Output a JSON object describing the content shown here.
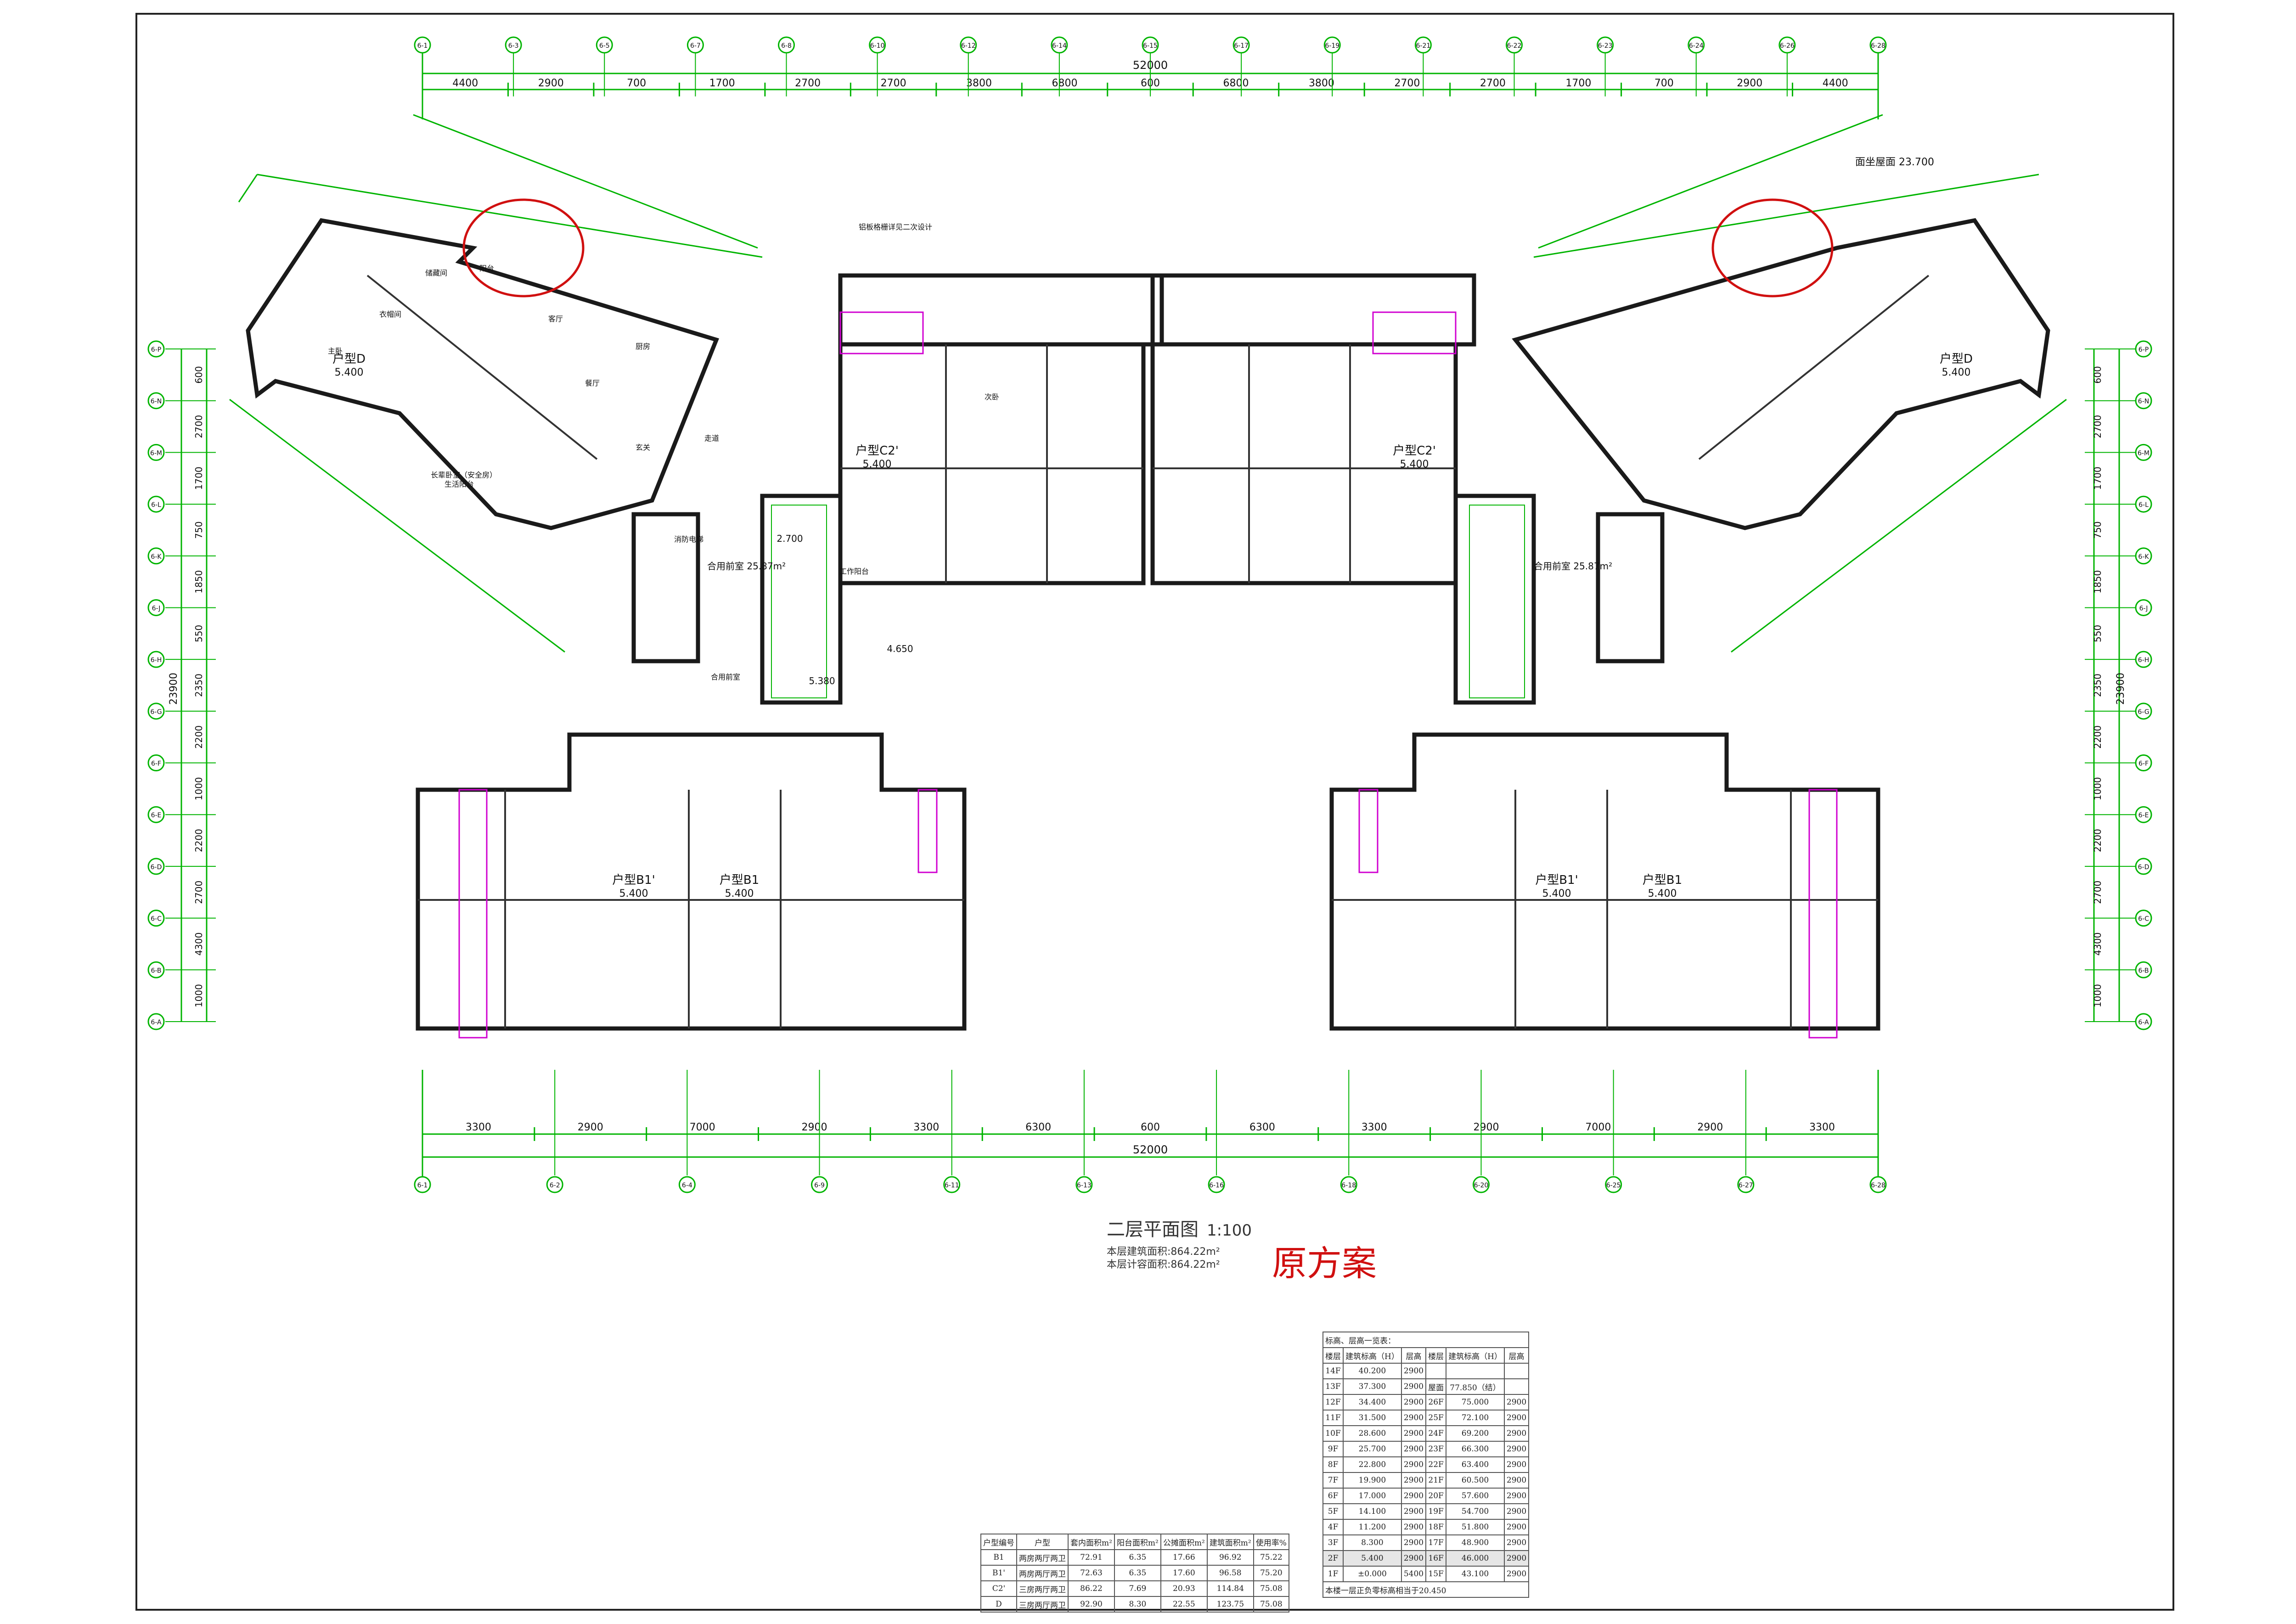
{
  "drawing": {
    "plan_title": "二层平面图",
    "scale": "1:100",
    "area_lines": [
      "本层建筑面积:864.22m²",
      "本层计容面积:864.22m²"
    ],
    "scheme_label": "原方案",
    "top_total": "52000",
    "bottom_total": "52000",
    "top_dims": [
      "4400",
      "2900",
      "700",
      "1700",
      "2700",
      "2700",
      "3800",
      "6800",
      "600",
      "6800",
      "3800",
      "2700",
      "2700",
      "1700",
      "700",
      "2900",
      "4400"
    ],
    "bottom_dims": [
      "3300",
      "2900",
      "7000",
      "2900",
      "3300",
      "6300",
      "600",
      "6300",
      "3300",
      "2900",
      "7000",
      "2900",
      "3300"
    ],
    "side_dims": [
      "600",
      "2700",
      "1700",
      "750",
      "1850",
      "550",
      "2350",
      "2200",
      "1000",
      "2200",
      "2700",
      "4300",
      "1000"
    ],
    "side_total": "23900",
    "top_axes": [
      "6-1",
      "6-3",
      "6-5",
      "6-7",
      "6-8",
      "6-10",
      "6-12",
      "6-14",
      "6-15",
      "6-17",
      "6-19",
      "6-21",
      "6-22",
      "6-23",
      "6-24",
      "6-26",
      "6-28"
    ],
    "bottom_axes": [
      "6-1",
      "6-2",
      "6-4",
      "6-9",
      "6-11",
      "6-13",
      "6-16",
      "6-18",
      "6-20",
      "6-25",
      "6-27",
      "6-28"
    ],
    "left_axes": [
      "6-P",
      "6-N",
      "6-M",
      "6-L",
      "6-K",
      "6-J",
      "6-H",
      "6-G",
      "6-F",
      "6-E",
      "6-D",
      "6-C",
      "6-B",
      "6-A"
    ],
    "unit_labels": [
      "户型D",
      "户型C2'",
      "户型C2'",
      "户型D",
      "户型B1'",
      "户型B1",
      "户型B1'",
      "户型B1"
    ],
    "levels": [
      "5.400",
      "4.650",
      "2.700",
      "5.380"
    ],
    "rooms": [
      "客厅",
      "餐厅",
      "厨房",
      "主卧",
      "次卧",
      "长辈卧室（安全房）",
      "储藏间",
      "阳台",
      "生活阳台",
      "工作阳台",
      "走道",
      "玄关",
      "衣帽间",
      "合用前室",
      "消防电梯"
    ],
    "note_top": "铝板格栅详见二次设计",
    "elev_note": "面坐屋面 23.700",
    "lobby": "合用前室 25.87m²"
  },
  "unit_table": {
    "headers": [
      "户型编号",
      "户型",
      "套内面积m²",
      "阳台面积m²",
      "公摊面积m²",
      "建筑面积m²",
      "使用率%"
    ],
    "rows": [
      [
        "B1",
        "两房两厅两卫",
        "72.91",
        "6.35",
        "17.66",
        "96.92",
        "75.22"
      ],
      [
        "B1'",
        "两房两厅两卫",
        "72.63",
        "6.35",
        "17.60",
        "96.58",
        "75.20"
      ],
      [
        "C2'",
        "三房两厅两卫",
        "86.22",
        "7.69",
        "20.93",
        "114.84",
        "75.08"
      ],
      [
        "D",
        "三房两厅两卫",
        "92.90",
        "8.30",
        "22.55",
        "123.75",
        "75.08"
      ]
    ]
  },
  "level_table": {
    "title": "标高、层高一览表：",
    "headers": [
      "楼层",
      "建筑标高（H）",
      "层高",
      "楼层",
      "建筑标高（H）",
      "层高"
    ],
    "rows": [
      [
        "14F",
        "40.200",
        "2900",
        "",
        "",
        ""
      ],
      [
        "13F",
        "37.300",
        "2900",
        "屋面",
        "77.850（结）",
        ""
      ],
      [
        "12F",
        "34.400",
        "2900",
        "26F",
        "75.000",
        "2900"
      ],
      [
        "11F",
        "31.500",
        "2900",
        "25F",
        "72.100",
        "2900"
      ],
      [
        "10F",
        "28.600",
        "2900",
        "24F",
        "69.200",
        "2900"
      ],
      [
        "9F",
        "25.700",
        "2900",
        "23F",
        "66.300",
        "2900"
      ],
      [
        "8F",
        "22.800",
        "2900",
        "22F",
        "63.400",
        "2900"
      ],
      [
        "7F",
        "19.900",
        "2900",
        "21F",
        "60.500",
        "2900"
      ],
      [
        "6F",
        "17.000",
        "2900",
        "20F",
        "57.600",
        "2900"
      ],
      [
        "5F",
        "14.100",
        "2900",
        "19F",
        "54.700",
        "2900"
      ],
      [
        "4F",
        "11.200",
        "2900",
        "18F",
        "51.800",
        "2900"
      ],
      [
        "3F",
        "8.300",
        "2900",
        "17F",
        "48.900",
        "2900"
      ],
      [
        "2F",
        "5.400",
        "2900",
        "16F",
        "46.000",
        "2900"
      ],
      [
        "1F",
        "±0.000",
        "5400",
        "15F",
        "43.100",
        "2900"
      ]
    ],
    "note": "本楼一层正负零标高相当于20.450"
  },
  "colors": {
    "axis": "#00b400",
    "wall": "#1a1a1a",
    "room": "#0a0a0a",
    "slab": "#d000d0",
    "highlight": "#d01010"
  }
}
